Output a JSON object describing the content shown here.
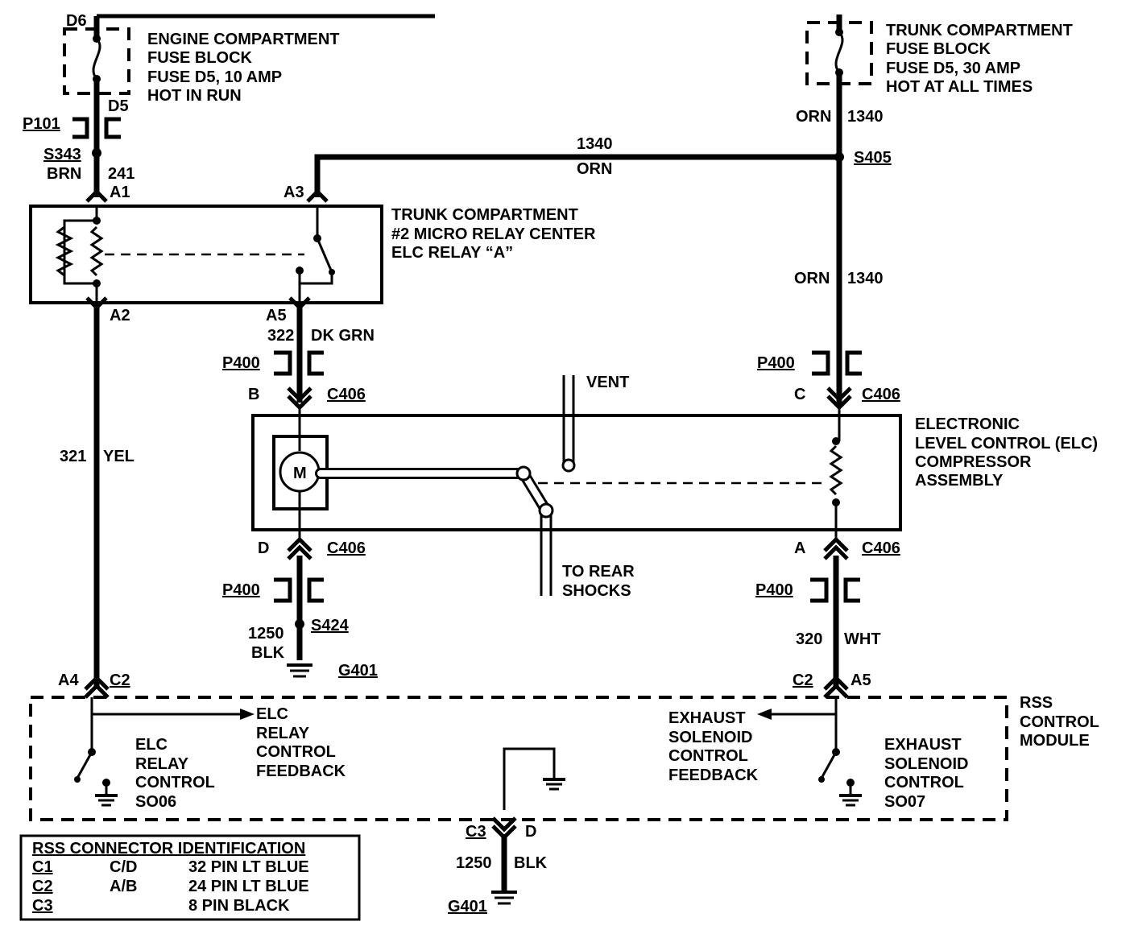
{
  "engine_fuse": {
    "top_pin": "D6",
    "bottom_pin": "D5",
    "lines": [
      "ENGINE COMPARTMENT",
      "FUSE BLOCK",
      "FUSE D5, 10 AMP",
      "HOT IN RUN"
    ]
  },
  "trunk_fuse": {
    "lines": [
      "TRUNK COMPARTMENT",
      "FUSE BLOCK",
      "FUSE D5, 30 AMP",
      "HOT AT ALL TIMES"
    ]
  },
  "connectors": {
    "p101": "P101",
    "s343": "S343",
    "s405": "S405",
    "s424": "S424",
    "p400": "P400",
    "c406": "C406",
    "g401": "G401",
    "c2": "C2",
    "c3": "C3"
  },
  "wires": {
    "w241_color": "BRN",
    "w241_num": "241",
    "w1340_num": "1340",
    "w1340_color": "ORN",
    "w322_num": "322",
    "w322_color": "DK GRN",
    "w321_num": "321",
    "w321_color": "YEL",
    "w1250_num": "1250",
    "w1250_color": "BLK",
    "w320_num": "320",
    "w320_color": "WHT"
  },
  "pins": {
    "a1": "A1",
    "a2": "A2",
    "a3": "A3",
    "a4": "A4",
    "a5": "A5",
    "b": "B",
    "c": "C",
    "d": "D",
    "a": "A"
  },
  "relay": {
    "lines": [
      "TRUNK COMPARTMENT",
      "#2 MICRO RELAY CENTER",
      "ELC  RELAY “A”"
    ]
  },
  "compressor": {
    "motor": "M",
    "vent": "VENT",
    "to_rear_shocks": [
      "TO REAR",
      "SHOCKS"
    ],
    "lines": [
      "ELECTRONIC",
      "LEVEL CONTROL (ELC)",
      "COMPRESSOR",
      "ASSEMBLY"
    ]
  },
  "module": {
    "name": [
      "RSS",
      "CONTROL",
      "MODULE"
    ],
    "elc_feedback": [
      "ELC",
      "RELAY",
      "CONTROL",
      "FEEDBACK"
    ],
    "elc_control": [
      "ELC",
      "RELAY",
      "CONTROL",
      "SO06"
    ],
    "exh_feedback": [
      "EXHAUST",
      "SOLENOID",
      "CONTROL",
      "FEEDBACK"
    ],
    "exh_control": [
      "EXHAUST",
      "SOLENOID",
      "CONTROL",
      "SO07"
    ]
  },
  "legend": {
    "title": "RSS CONNECTOR IDENTIFICATION",
    "rows": [
      [
        "C1",
        "C/D",
        "32 PIN LT BLUE"
      ],
      [
        "C2",
        "A/B",
        "24 PIN LT BLUE"
      ],
      [
        "C3",
        "",
        "8 PIN BLACK"
      ]
    ]
  }
}
